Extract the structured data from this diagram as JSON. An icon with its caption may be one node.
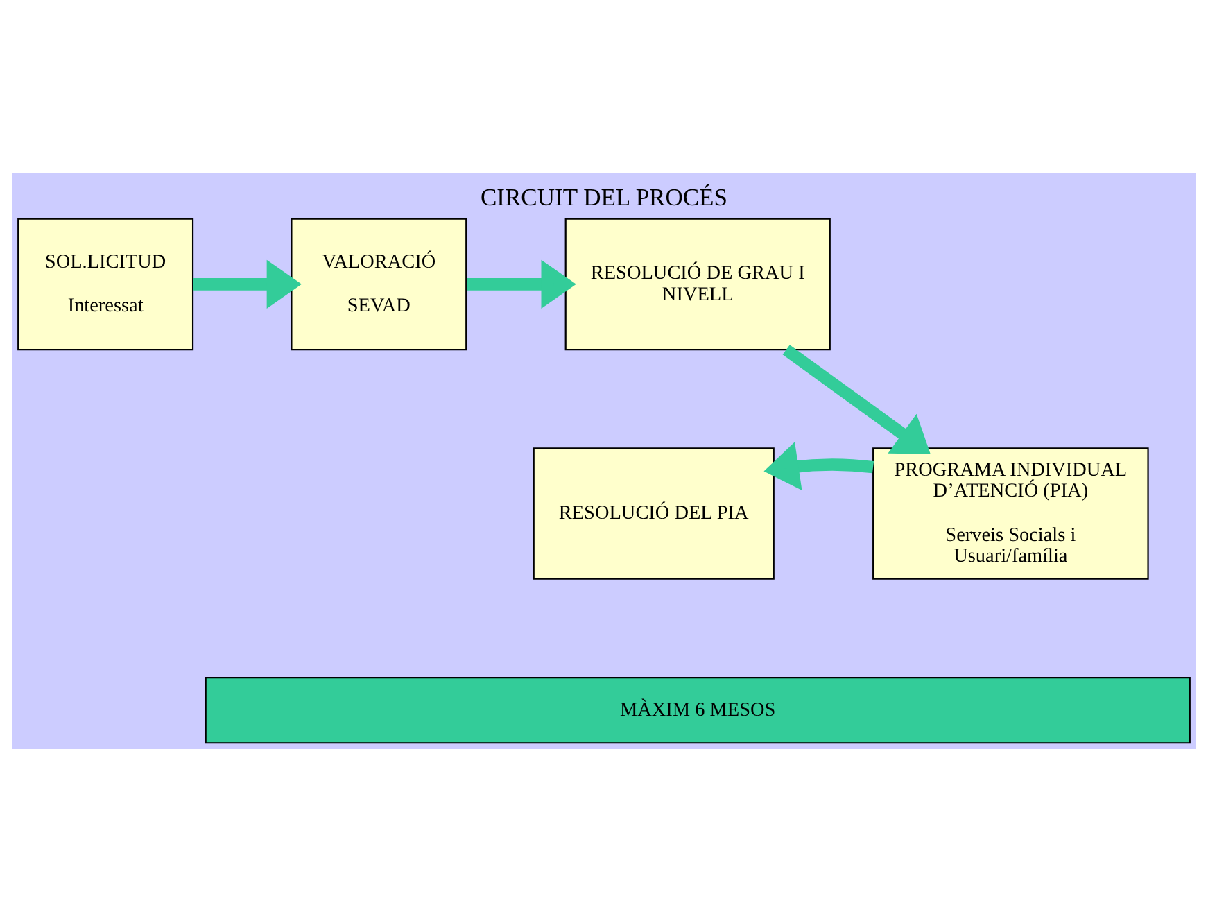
{
  "diagram": {
    "title": "CIRCUIT DEL PROCÉS",
    "nodes": [
      {
        "text": [
          "SOL.LICITUD",
          "Interessat"
        ]
      },
      {
        "text": [
          "VALORACIÓ",
          "SEVAD"
        ]
      },
      {
        "text": [
          "RESOLUCIÓ DE GRAU I NIVELL"
        ]
      },
      {
        "text": [
          "PROGRAMA INDIVIDUAL D’ATENCIÓ (PIA)",
          "Serveis Socials i Usuari/família"
        ]
      },
      {
        "text": [
          "RESOLUCIÓ DEL PIA"
        ]
      },
      {
        "text": [
          "MÀXIM 6 MESOS"
        ]
      }
    ],
    "edges": [
      {
        "from": 0,
        "to": 1,
        "arrow": "to"
      },
      {
        "from": 1,
        "to": 2,
        "arrow": "to"
      },
      {
        "from": 2,
        "to": 3,
        "arrow": "to"
      },
      {
        "from": 3,
        "to": 4,
        "arrow": "to"
      }
    ]
  }
}
